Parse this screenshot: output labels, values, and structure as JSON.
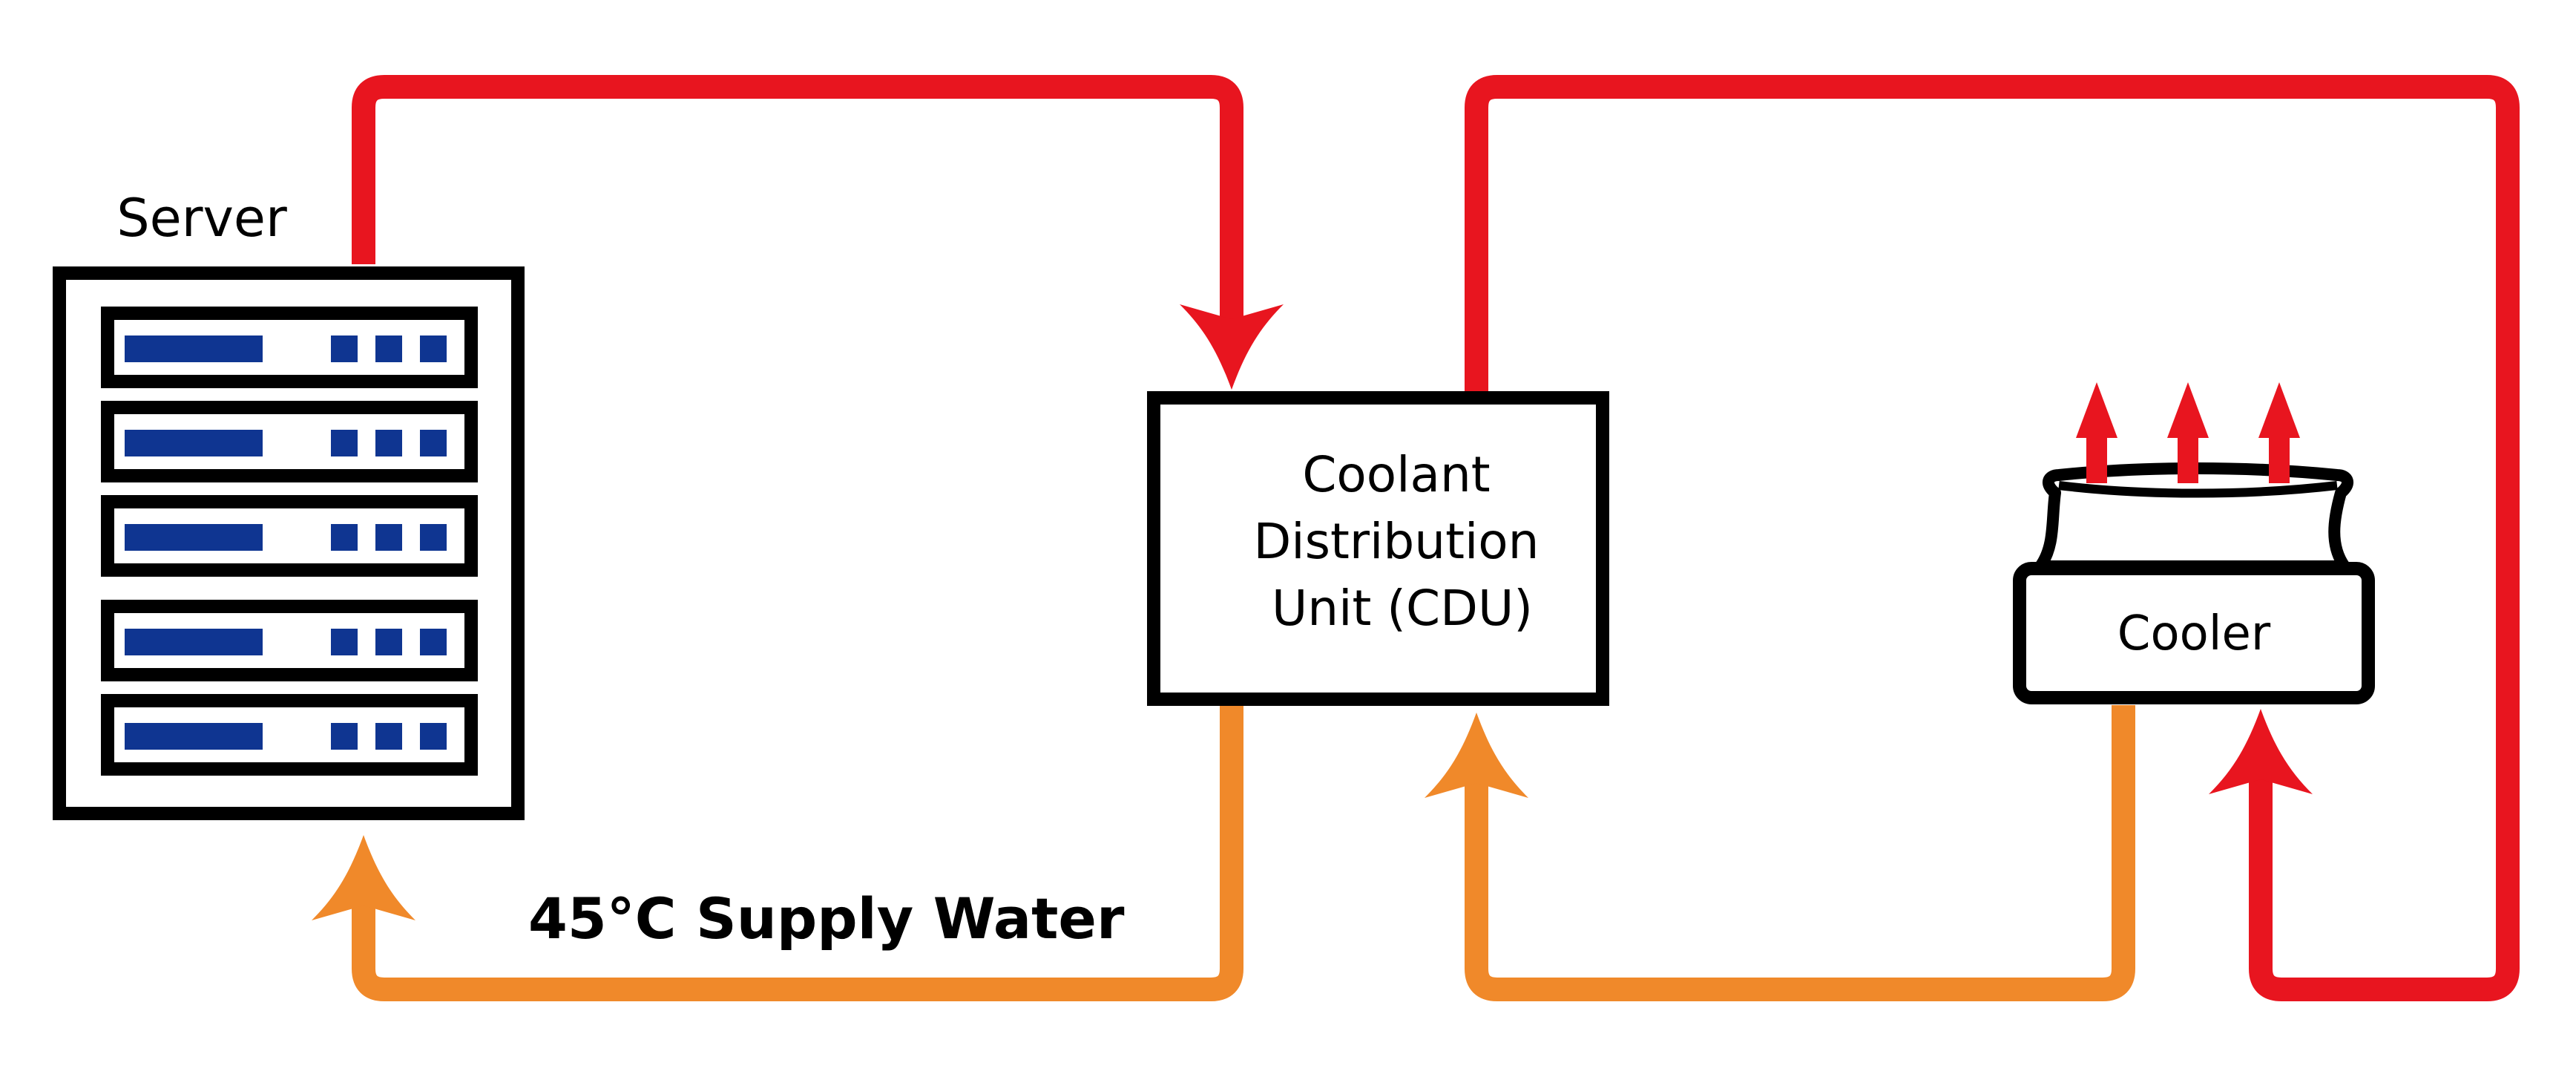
{
  "labels": {
    "server": "Server",
    "cdu_line1": "Coolant",
    "cdu_line2": "Distribution",
    "cdu_line3": "Unit (CDU)",
    "cooler": "Cooler",
    "supply_water": "45°C Supply Water"
  },
  "colors": {
    "hot_line": "#e8151f",
    "supply_line": "#f0892a",
    "outline": "#000000",
    "server_led": "#0f3591",
    "background": "#ffffff"
  },
  "icons": {
    "server": "server-rack-icon",
    "cooler": "cooler-icon",
    "heat": "heat-release-arrow-icon"
  }
}
